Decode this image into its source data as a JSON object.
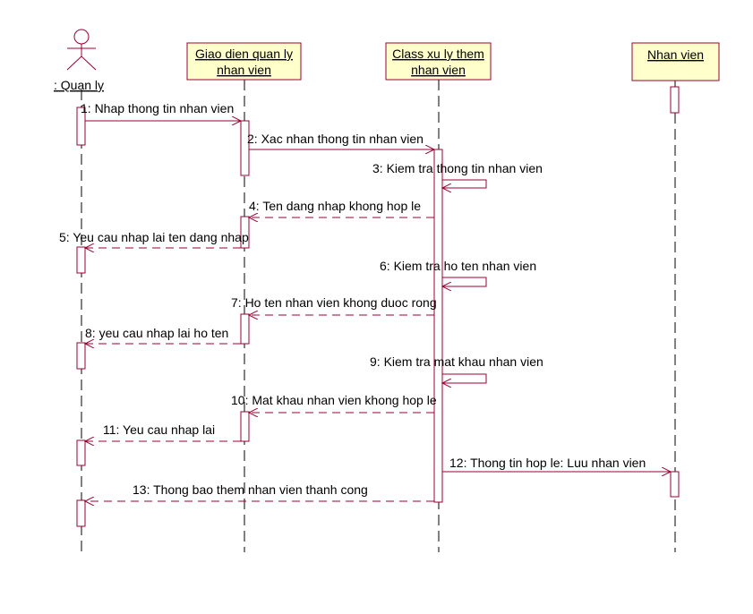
{
  "colors": {
    "line": "#990033",
    "box_fill": "#ffffcc",
    "text": "#000000",
    "lifeline": "#000000"
  },
  "actor": {
    "label": ": Quan ly"
  },
  "objects": [
    {
      "line1": "Giao dien quan ly",
      "line2": "nhan vien"
    },
    {
      "line1": "Class xu ly them",
      "line2": "nhan vien"
    },
    {
      "line1": "Nhan vien",
      "line2": ""
    }
  ],
  "messages": [
    {
      "label": "1: Nhap thong tin nhan vien",
      "kind": "call"
    },
    {
      "label": "2: Xac nhan thong tin nhan vien",
      "kind": "call"
    },
    {
      "label": "3: Kiem tra thong tin nhan vien",
      "kind": "self"
    },
    {
      "label": "4: Ten dang nhap khong hop le",
      "kind": "return"
    },
    {
      "label": "5: Yeu cau nhap lai ten dang nhap",
      "kind": "return"
    },
    {
      "label": "6: Kiem tra ho ten nhan vien",
      "kind": "self"
    },
    {
      "label": "7: Ho ten nhan vien khong duoc rong",
      "kind": "return"
    },
    {
      "label": "8: yeu cau nhap lai ho ten",
      "kind": "return"
    },
    {
      "label": "9: Kiem tra mat khau nhan vien",
      "kind": "self"
    },
    {
      "label": "10: Mat khau nhan vien khong hop le",
      "kind": "return"
    },
    {
      "label": "11: Yeu cau nhap lai",
      "kind": "return"
    },
    {
      "label": "12: Thong tin hop le: Luu nhan vien",
      "kind": "call"
    },
    {
      "label": "13: Thong bao them nhan vien thanh cong",
      "kind": "return"
    }
  ]
}
